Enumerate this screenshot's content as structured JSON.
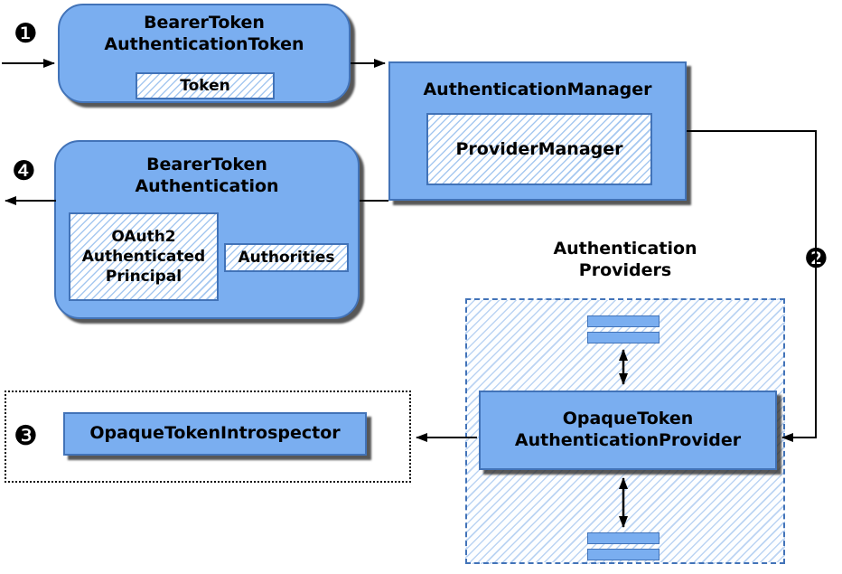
{
  "colors": {
    "box_fill": "#7AAEF0",
    "box_border": "#4273B8",
    "hatch_line": "#A6C8F0",
    "region_hatch_line": "#BBD4F3",
    "arrow": "#000000",
    "shadow": "#2D2D2D",
    "background": "#FFFFFF"
  },
  "badges": {
    "step1": "❶",
    "step2": "❷",
    "step3": "❸",
    "step4": "❹"
  },
  "nodes": {
    "bearer_token_authentication_token": {
      "title": "BearerToken\nAuthenticationToken",
      "token_label": "Token"
    },
    "authentication_manager": {
      "title": "AuthenticationManager",
      "provider_manager_label": "ProviderManager"
    },
    "bearer_token_authentication": {
      "title": "BearerToken\nAuthentication",
      "principal_label": "OAuth2\nAuthenticated\nPrincipal",
      "authorities_label": "Authorities"
    },
    "authentication_providers": {
      "label": "Authentication\nProviders"
    },
    "opaque_token_authentication_provider": {
      "title": "OpaqueToken\nAuthenticationProvider"
    },
    "opaque_token_introspector": {
      "label": "OpaqueTokenIntrospector"
    }
  }
}
